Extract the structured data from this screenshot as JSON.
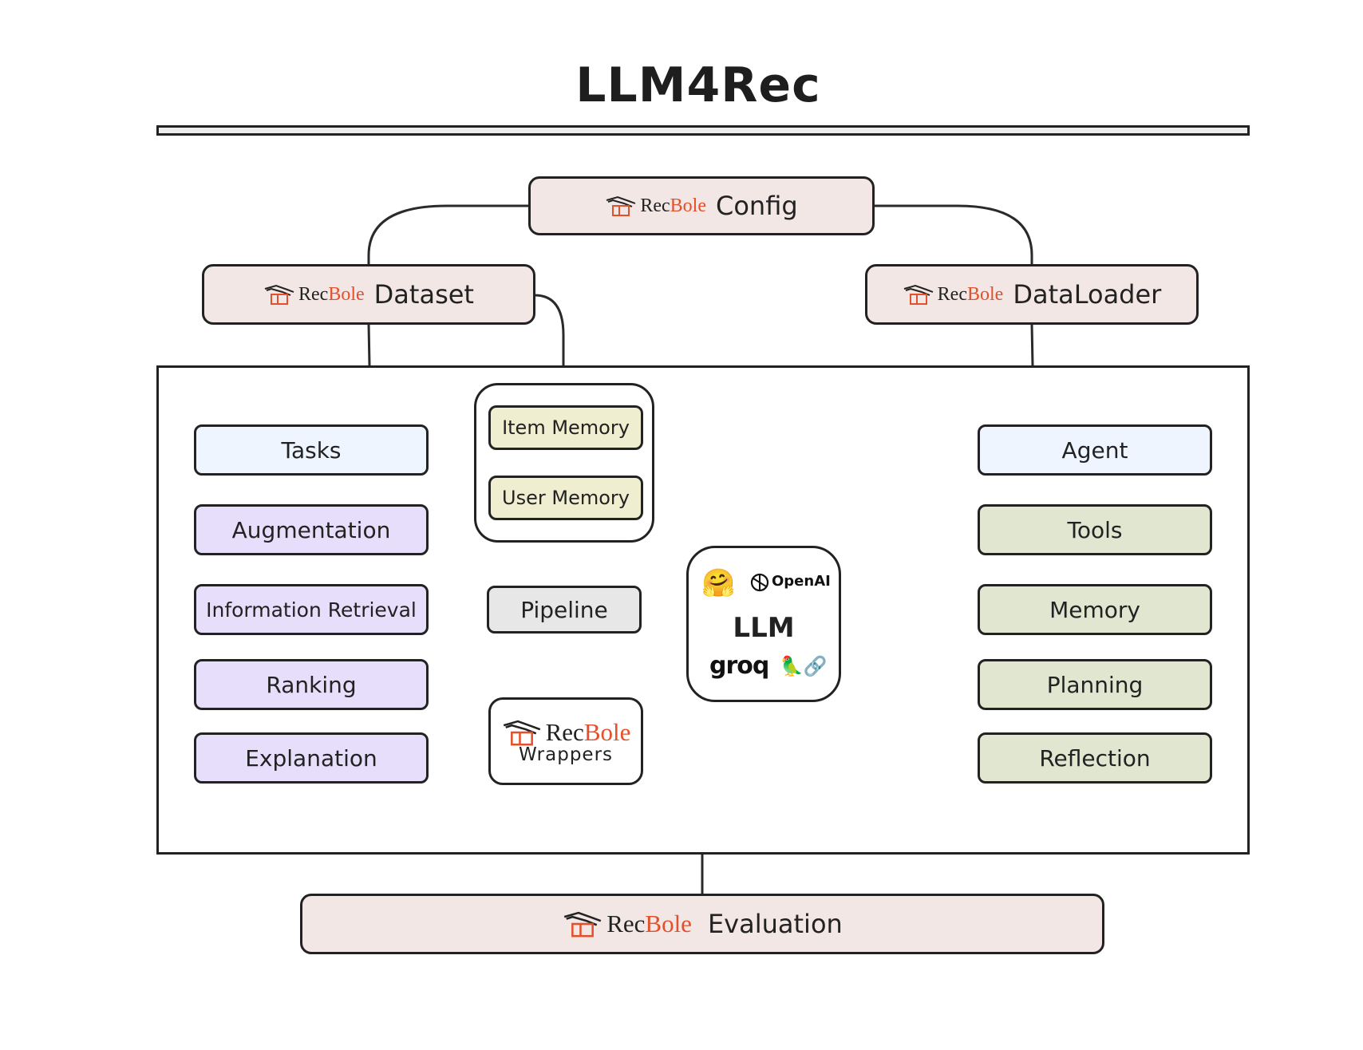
{
  "title": "LLM4Rec",
  "brand": {
    "rec": "Rec",
    "bole": "Bole",
    "bole_color": "#e2502c"
  },
  "top": {
    "config": "Config",
    "dataset": "Dataset",
    "dataloader": "DataLoader",
    "evaluation": "Evaluation"
  },
  "memory_group": {
    "item": "Item Memory",
    "user": "User Memory"
  },
  "left": {
    "tasks": "Tasks",
    "items": [
      "Augmentation",
      "Information Retrieval",
      "Ranking",
      "Explanation"
    ]
  },
  "pipeline": "Pipeline",
  "wrappers": "Wrappers",
  "llm": {
    "label": "LLM",
    "openai": "OpenAI",
    "groq": "groq",
    "emoji_hf": "🤗",
    "emoji_parrot": "🦜🔗"
  },
  "right": {
    "agent": "Agent",
    "items": [
      "Tools",
      "Memory",
      "Planning",
      "Reflection"
    ]
  },
  "colors": {
    "recbole_fill": "#f3e7e6",
    "tasks_fill": "#eef5fe",
    "task_item_fill": "#e6defa",
    "agent_item_fill": "#e1e6d1",
    "memory_fill": "#efeed0",
    "pipeline_fill": "#e7e7e7"
  }
}
